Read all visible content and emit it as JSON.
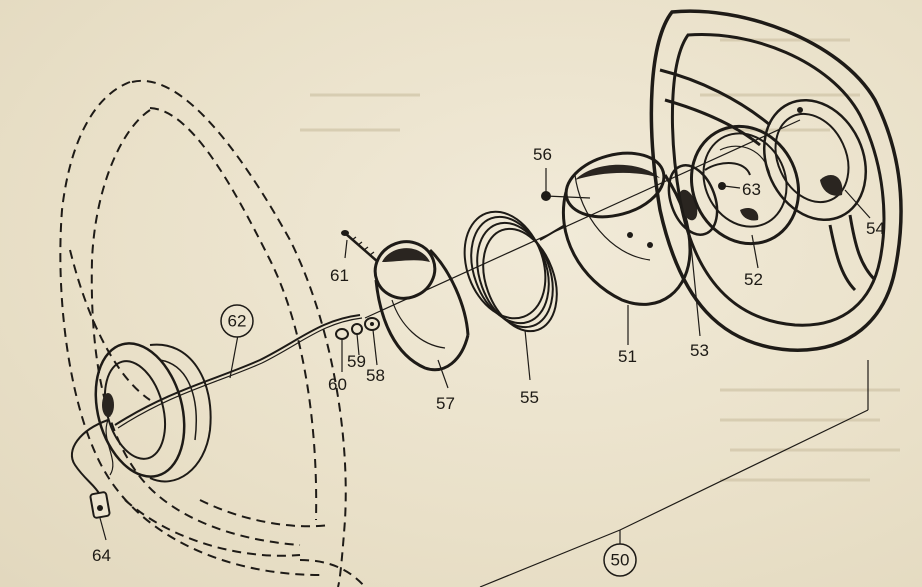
{
  "callouts": {
    "c50": "50",
    "c51": "51",
    "c52": "52",
    "c53": "53",
    "c54": "54",
    "c55": "55",
    "c56": "56",
    "c57": "57",
    "c58": "58",
    "c59": "59",
    "c60": "60",
    "c61": "61",
    "c62": "62",
    "c63": "63",
    "c64": "64"
  },
  "colors": {
    "paper": "#ece4cf",
    "ink": "#1e1b17"
  }
}
